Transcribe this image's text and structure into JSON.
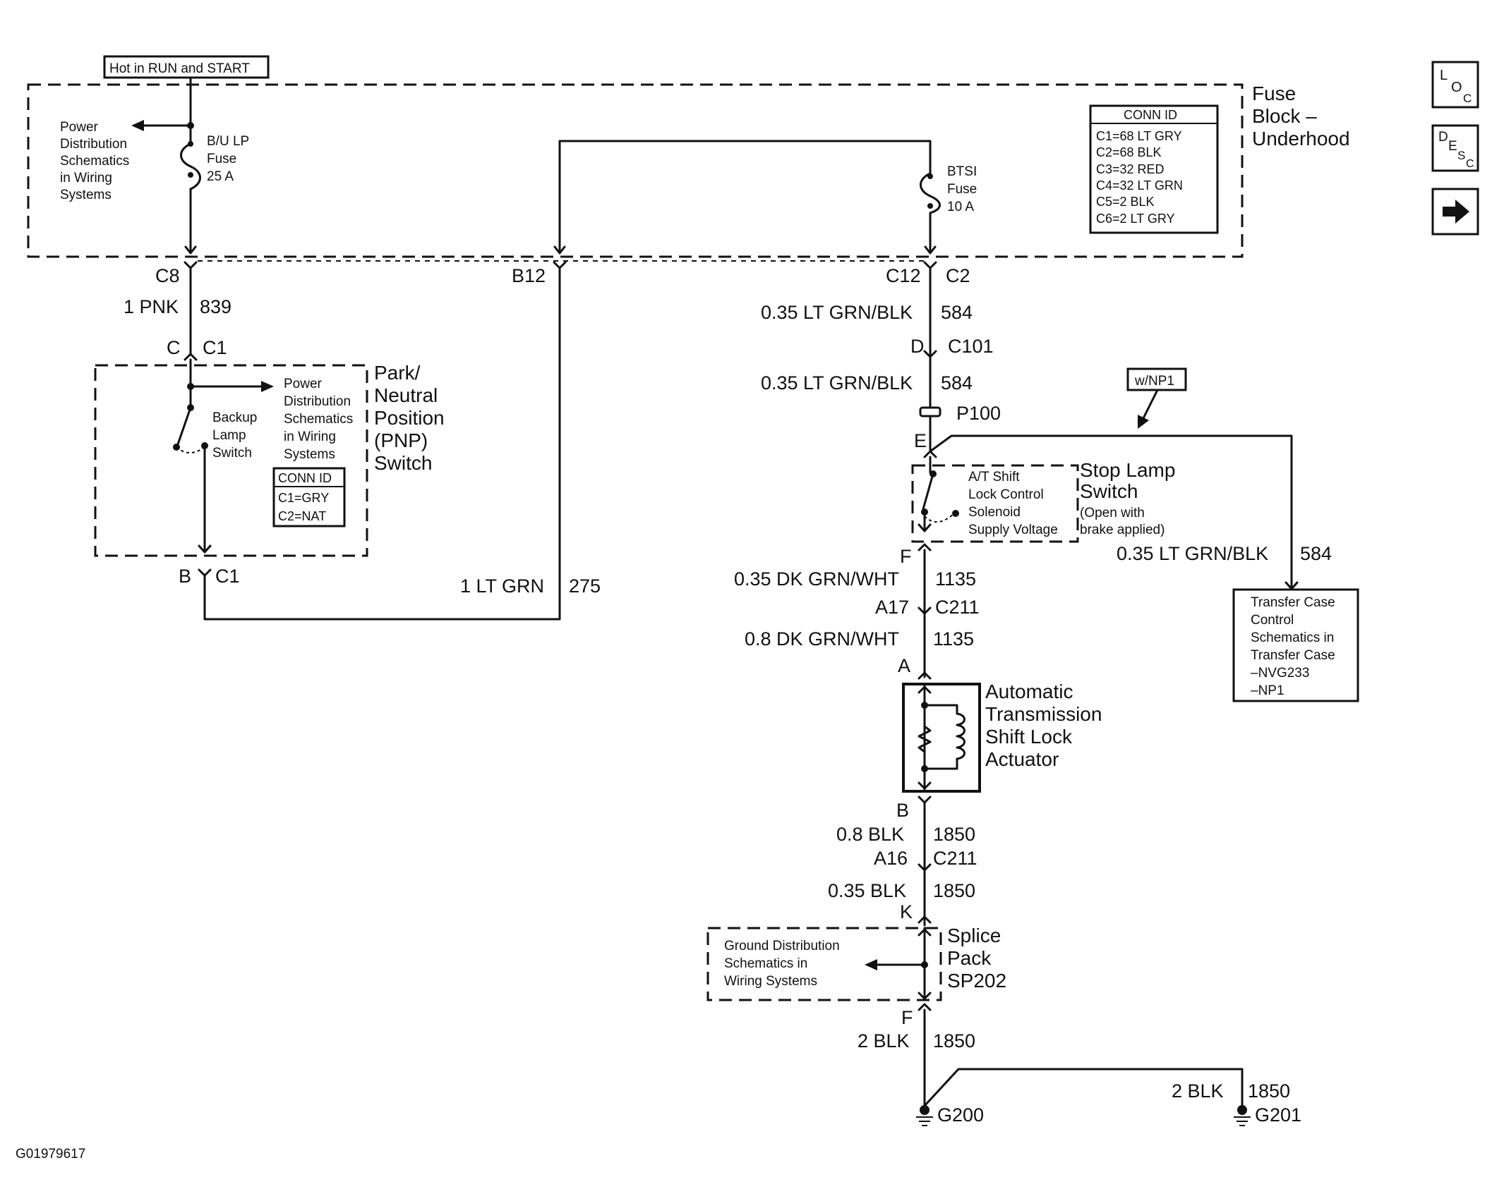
{
  "hot_label": "Hot in RUN and START",
  "fuse_block": {
    "title_lines": [
      "Fuse",
      "Block –",
      "Underhood"
    ],
    "conn_id_title": "CONN ID",
    "conn_id_rows": [
      "C1=68 LT GRY",
      "C2=68 BLK",
      "C3=32 RED",
      "C4=32 LT GRN",
      "C5=2 BLK",
      "C6=2 LT GRY"
    ],
    "power_dist_lines": [
      "Power",
      "Distribution",
      "Schematics",
      "in Wiring",
      "Systems"
    ],
    "bulp_fuse_lines": [
      "B/U LP",
      "Fuse",
      "25 A"
    ],
    "btsi_fuse_lines": [
      "BTSI",
      "Fuse",
      "10 A"
    ]
  },
  "pnp": {
    "title_lines": [
      "Park/",
      "Neutral",
      "Position",
      "(PNP)",
      "Switch"
    ],
    "backup_lines": [
      "Backup",
      "Lamp",
      "Switch"
    ],
    "power_dist_lines": [
      "Power",
      "Distribution",
      "Schematics",
      "in Wiring",
      "Systems"
    ],
    "conn_id_title": "CONN ID",
    "conn_id_rows": [
      "C1=GRY",
      "C2=NAT"
    ]
  },
  "labels": {
    "c8": "C8",
    "wire_1pnk": "1 PNK",
    "ckt_839": "839",
    "c_pin": "C",
    "c1_top": "C1",
    "b_pin": "B",
    "c1_bottom": "C1",
    "wire_1ltgrn": "1 LT GRN",
    "ckt_275": "275",
    "b12": "B12",
    "c12": "C12",
    "c2": "C2",
    "wire_035ltgrnblk_1": "0.35 LT GRN/BLK",
    "ckt_584_1": "584",
    "d_pin": "D",
    "c101": "C101",
    "wire_035ltgrnblk_2": "0.35 LT GRN/BLK",
    "ckt_584_2": "584",
    "p100": "P100",
    "e_pin": "E",
    "wnp1": "w/NP1",
    "wire_035ltgrnblk_3": "0.35 LT GRN/BLK",
    "ckt_584_3": "584",
    "f_pin": "F",
    "wire_035dkgrnwht": "0.35 DK GRN/WHT",
    "ckt_1135_1": "1135",
    "a17": "A17",
    "c211_1": "C211",
    "wire_08dkgrnwht": "0.8 DK GRN/WHT",
    "ckt_1135_2": "1135",
    "a_pin": "A",
    "b_pin2": "B",
    "wire_08blk": "0.8 BLK",
    "ckt_1850_1": "1850",
    "a16": "A16",
    "c211_2": "C211",
    "wire_035blk": "0.35 BLK",
    "ckt_1850_2": "1850",
    "k_pin": "K",
    "f_pin2": "F",
    "wire_2blk_1": "2 BLK",
    "ckt_1850_3": "1850",
    "wire_2blk_2": "2 BLK",
    "ckt_1850_4": "1850",
    "g200": "G200",
    "g201": "G201",
    "diagram_id": "G01979617"
  },
  "stop_lamp": {
    "title_lines": [
      "Stop Lamp",
      "Switch"
    ],
    "note_lines": [
      "(Open with",
      "brake applied)"
    ],
    "inner_lines": [
      "A/T Shift",
      "Lock Control",
      "Solenoid",
      "Supply Voltage"
    ]
  },
  "actuator": {
    "title_lines": [
      "Automatic",
      "Transmission",
      "Shift Lock",
      "Actuator"
    ]
  },
  "splice": {
    "title_lines": [
      "Splice",
      "Pack",
      "SP202"
    ],
    "ground_lines": [
      "Ground Distribution",
      "Schematics in",
      "Wiring Systems"
    ]
  },
  "transfer_case": {
    "lines": [
      "Transfer Case",
      "Control",
      "Schematics in",
      "Transfer Case",
      "–NVG233",
      "–NP1"
    ]
  },
  "nav": {
    "loc": {
      "big1": "L",
      "big2": "O",
      "sub": "C"
    },
    "desc": {
      "big1": "D",
      "big2": "E",
      "sub": "S",
      "sub2": "C"
    },
    "next_icon": "right-arrow-icon"
  }
}
